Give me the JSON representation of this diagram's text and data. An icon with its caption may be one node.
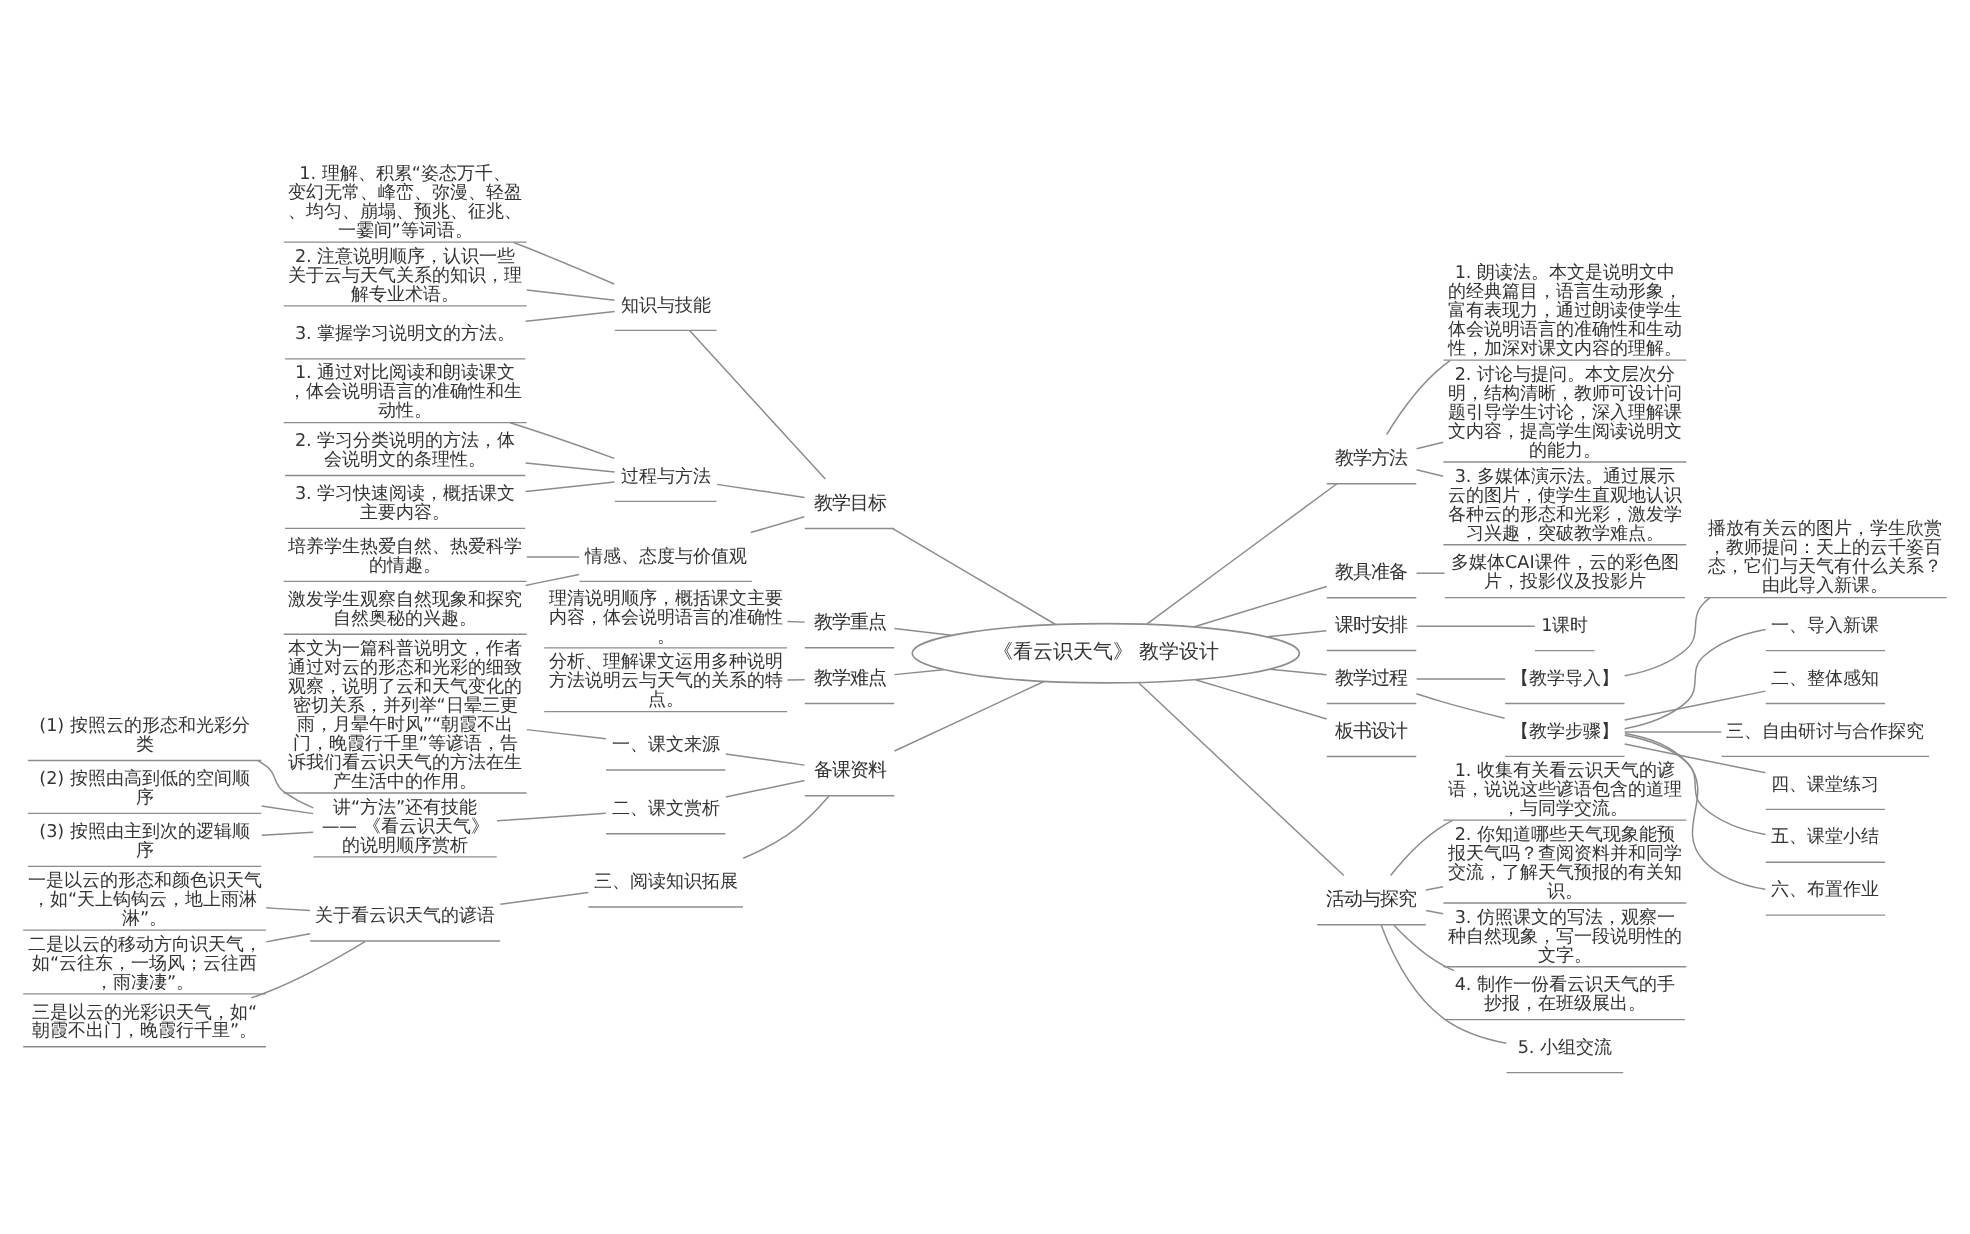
{
  "diagram": {
    "nodes": [
      {
        "text": [
          "《看云识天气》 教学设计"
        ]
      },
      {
        "text": [
          "教学目标"
        ]
      },
      {
        "text": [
          "知识与技能"
        ]
      },
      {
        "text": [
          "1. 理解、积累“姿态万千、变幻无常、峰峦、弥漫、轻盈、均匀、崩塌、预兆、征兆、一霎间”等词语。"
        ]
      },
      {
        "text": [
          "2. 注意说明顺序，认识一些关于云与天气关系的知识，理解专业术语。"
        ]
      },
      {
        "text": [
          "3. 掌握学习说明文的方法。"
        ]
      },
      {
        "text": [
          "过程与方法"
        ]
      },
      {
        "text": [
          "1. 通过对比阅读和朗读课文，体会说明语言的准确性和生动性。"
        ]
      },
      {
        "text": [
          "2. 学习分类说明的方法，体会说明文的条理性。"
        ]
      },
      {
        "text": [
          "3. 学习快速阅读，概括课文主要内容。"
        ]
      },
      {
        "text": [
          "情感、态度与价值观"
        ]
      },
      {
        "text": [
          "培养学生热爱自然、热爱科学的情趣。"
        ]
      },
      {
        "text": [
          "激发学生观察自然现象和探究自然奥秘的兴趣。"
        ]
      },
      {
        "text": [
          "教学重点"
        ]
      },
      {
        "text": [
          "理清说明顺序，概括课文主要内容，体会说明语言的准确性。"
        ]
      },
      {
        "text": [
          "教学难点"
        ]
      },
      {
        "text": [
          "分析、理解课文运用多种说明方法说明云与天气的关系的特点。"
        ]
      },
      {
        "text": [
          "备课资料"
        ]
      },
      {
        "text": [
          "一、课文来源"
        ]
      },
      {
        "text": [
          "本文为一篇科普说明文，作者通过对云的形态和光彩的细致观察，说明了云和天气变化的密切关系，并列举“日晕三更雨，月晕午时风”“朝霞不出门，晚霞行千里”等谚语，告诉我们看云识天气的方法在生产生活中的作用。"
        ]
      },
      {
        "text": [
          "二、课文赏析"
        ]
      },
      {
        "text": [
          "讲“方法”还有技能 —— 《看云识天气》的说明顺序赏析"
        ]
      },
      {
        "text": [
          "(1) 按照云的形态和光彩分类"
        ]
      },
      {
        "text": [
          "(2) 按照由高到低的空间顺序"
        ]
      },
      {
        "text": [
          "(3) 按照由主到次的逻辑顺序"
        ]
      },
      {
        "text": [
          "三、阅读知识拓展"
        ]
      },
      {
        "text": [
          "关于看云识天气的谚语"
        ]
      },
      {
        "text": [
          "一是以云的形态和颜色识天气，如“天上钩钩云，地上雨淋淋”。"
        ]
      },
      {
        "text": [
          "二是以云的移动方向识天气，如“云往东，一场风；云往西，雨凄凄”。"
        ]
      },
      {
        "text": [
          "三是以云的光彩识天气，如“朝霞不出门，晚霞行千里”。"
        ]
      },
      {
        "text": [
          "教学方法"
        ]
      },
      {
        "text": [
          "1. 朗读法。本文是说明文中的经典篇目，语言生动形象，富有表现力，通过朗读使学生体会说明语言的准确性和生动性，加深对课文内容的理解。"
        ]
      },
      {
        "text": [
          "2. 讨论与提问。本文层次分明，结构清晰，教师可设计问题引导学生讨论，深入理解课文内容，提高学生阅读说明文的能力。"
        ]
      },
      {
        "text": [
          "3. 多媒体演示法。通过展示云的图片，使学生直观地认识各种云的形态和光彩，激发学习兴趣，突破教学难点。"
        ]
      },
      {
        "text": [
          "教具准备"
        ]
      },
      {
        "text": [
          "多媒体CAI课件，云的彩色图片，投影仪及投影片"
        ]
      },
      {
        "text": [
          "课时安排"
        ]
      },
      {
        "text": [
          "1课时"
        ]
      },
      {
        "text": [
          "教学过程"
        ]
      },
      {
        "text": [
          "【教学导入】"
        ]
      },
      {
        "text": [
          "播放有关云的图片，学生欣赏，教师提问：天上的云千姿百态，它们与天气有什么关系？由此导入新课。"
        ]
      },
      {
        "text": [
          "【教学步骤】"
        ]
      },
      {
        "text": [
          "一、导入新课"
        ]
      },
      {
        "text": [
          "二、整体感知"
        ]
      },
      {
        "text": [
          "三、自由研讨与合作探究"
        ]
      },
      {
        "text": [
          "四、课堂练习"
        ]
      },
      {
        "text": [
          "五、课堂小结"
        ]
      },
      {
        "text": [
          "六、布置作业"
        ]
      },
      {
        "text": [
          "板书设计"
        ]
      },
      {
        "text": [
          "活动与探究"
        ]
      },
      {
        "text": [
          "1. 收集有关看云识天气的谚语，说说这些谚语包含的道理，与同学交流。"
        ]
      },
      {
        "text": [
          "2. 你知道哪些天气现象能预报天气吗？查阅资料并和同学交流，了解天气预报的有关知识。"
        ]
      },
      {
        "text": [
          "3. 仿照课文的写法，观察一种自然现象，写一段说明性的文字。"
        ]
      },
      {
        "text": [
          "4. 制作一份看云识天气的手抄报，在班级展出。"
        ]
      },
      {
        "text": [
          "5. 小组交流"
        ]
      }
    ],
    "edges": [
      {
        "from": 1,
        "to": 0,
        "arrow": "none"
      },
      {
        "from": 2,
        "to": 1,
        "arrow": "none"
      },
      {
        "from": 3,
        "to": 2,
        "arrow": "none"
      },
      {
        "from": 4,
        "to": 2,
        "arrow": "none"
      },
      {
        "from": 5,
        "to": 2,
        "arrow": "none"
      },
      {
        "from": 6,
        "to": 1,
        "arrow": "none"
      },
      {
        "from": 7,
        "to": 6,
        "arrow": "none"
      },
      {
        "from": 8,
        "to": 6,
        "arrow": "none"
      },
      {
        "from": 9,
        "to": 6,
        "arrow": "none"
      },
      {
        "from": 10,
        "to": 1,
        "arrow": "none"
      },
      {
        "from": 11,
        "to": 10,
        "arrow": "none"
      },
      {
        "from": 12,
        "to": 10,
        "arrow": "none"
      },
      {
        "from": 13,
        "to": 0,
        "arrow": "none"
      },
      {
        "from": 14,
        "to": 13,
        "arrow": "none"
      },
      {
        "from": 15,
        "to": 0,
        "arrow": "none"
      },
      {
        "from": 16,
        "to": 15,
        "arrow": "none"
      },
      {
        "from": 17,
        "to": 0,
        "arrow": "none"
      },
      {
        "from": 18,
        "to": 17,
        "arrow": "none"
      },
      {
        "from": 19,
        "to": 18,
        "arrow": "none"
      },
      {
        "from": 20,
        "to": 17,
        "arrow": "none"
      },
      {
        "from": 21,
        "to": 20,
        "arrow": "none"
      },
      {
        "from": 22,
        "to": 21,
        "arrow": "none"
      },
      {
        "from": 23,
        "to": 21,
        "arrow": "none"
      },
      {
        "from": 24,
        "to": 21,
        "arrow": "none"
      },
      {
        "from": 25,
        "to": 17,
        "arrow": "none"
      },
      {
        "from": 26,
        "to": 25,
        "arrow": "none"
      },
      {
        "from": 27,
        "to": 26,
        "arrow": "none"
      },
      {
        "from": 28,
        "to": 26,
        "arrow": "none"
      },
      {
        "from": 29,
        "to": 26,
        "arrow": "none"
      },
      {
        "from": 0,
        "to": 30,
        "arrow": "none"
      },
      {
        "from": 30,
        "to": 31,
        "arrow": "none"
      },
      {
        "from": 30,
        "to": 32,
        "arrow": "none"
      },
      {
        "from": 30,
        "to": 33,
        "arrow": "none"
      },
      {
        "from": 0,
        "to": 34,
        "arrow": "none"
      },
      {
        "from": 34,
        "to": 35,
        "arrow": "none"
      },
      {
        "from": 0,
        "to": 36,
        "arrow": "none"
      },
      {
        "from": 36,
        "to": 37,
        "arrow": "none"
      },
      {
        "from": 0,
        "to": 38,
        "arrow": "none"
      },
      {
        "from": 38,
        "to": 39,
        "arrow": "none"
      },
      {
        "from": 39,
        "to": 40,
        "arrow": "none"
      },
      {
        "from": 38,
        "to": 41,
        "arrow": "none"
      },
      {
        "from": 41,
        "to": 42,
        "arrow": "none"
      },
      {
        "from": 41,
        "to": 43,
        "arrow": "none"
      },
      {
        "from": 41,
        "to": 44,
        "arrow": "none"
      },
      {
        "from": 41,
        "to": 45,
        "arrow": "none"
      },
      {
        "from": 41,
        "to": 46,
        "arrow": "none"
      },
      {
        "from": 41,
        "to": 47,
        "arrow": "none"
      },
      {
        "from": 0,
        "to": 48,
        "arrow": "none"
      },
      {
        "from": 0,
        "to": 49,
        "arrow": "none"
      },
      {
        "from": 49,
        "to": 50,
        "arrow": "none"
      },
      {
        "from": 49,
        "to": 51,
        "arrow": "none"
      },
      {
        "from": 49,
        "to": 52,
        "arrow": "none"
      },
      {
        "from": 49,
        "to": 53,
        "arrow": "none"
      },
      {
        "from": 49,
        "to": 54,
        "arrow": "none"
      }
    ]
  }
}
